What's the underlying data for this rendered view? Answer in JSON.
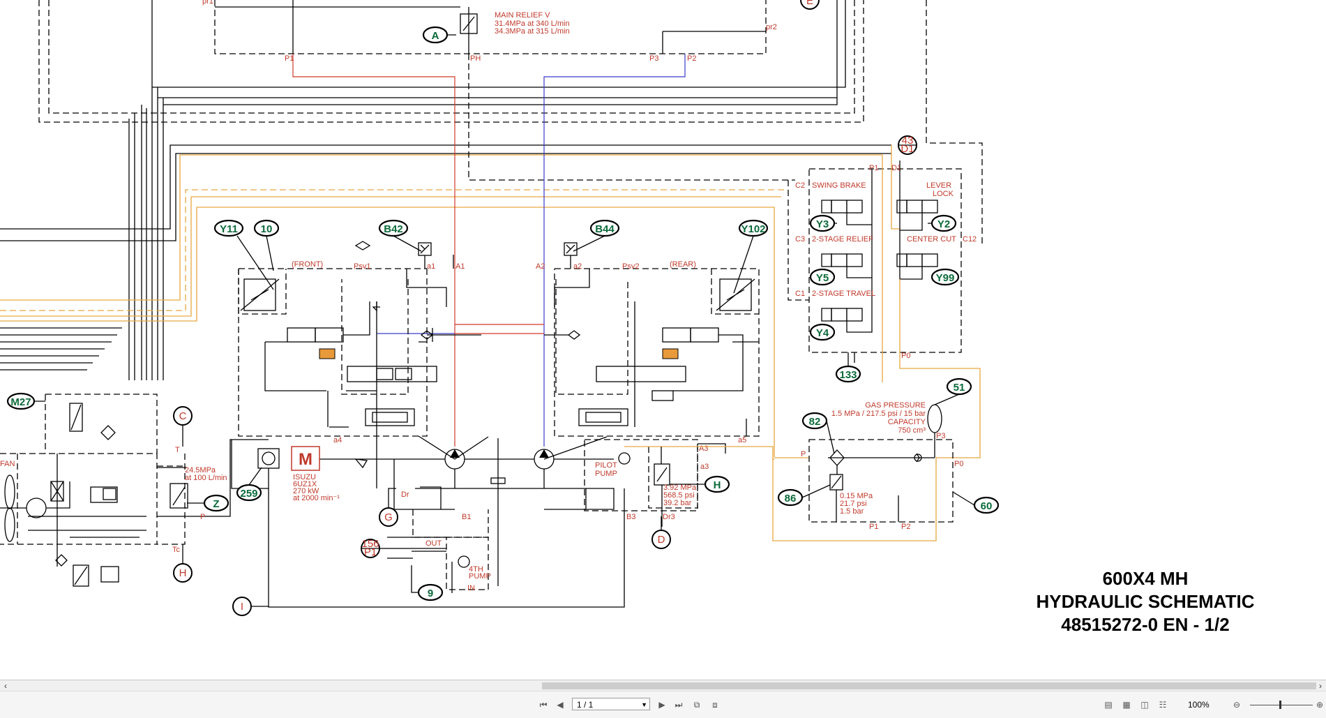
{
  "title_block": {
    "line1": "600X4 MH",
    "line2": "HYDRAULIC SCHEMATIC",
    "line3": "48515272-0 EN - 1/2"
  },
  "callouts": {
    "A": "A",
    "B42": "B42",
    "B44": "B44",
    "Y11": "Y11",
    "c10": "10",
    "Y102": "Y102",
    "M27": "M27",
    "c259": "259",
    "Z": "Z",
    "c9": "9",
    "H_green": "H",
    "Y3": "Y3",
    "Y2": "Y2",
    "Y5": "Y5",
    "Y99": "Y99",
    "Y4": "Y4",
    "c133": "133",
    "c51": "51",
    "c82": "82",
    "c86": "86",
    "c60": "60"
  },
  "refs": {
    "C": "C",
    "H": "H",
    "G": "G",
    "D": "D",
    "I": "I",
    "E": "E",
    "c43_top": "43",
    "c43_bot": "D1",
    "c156_top": "156",
    "c156_bot": "P1"
  },
  "labels": {
    "main_relief": "MAIN RELIEF V",
    "main_relief_1": "31.4MPa at 340 L/min",
    "main_relief_2": "34.3MPa at 315 L/min",
    "p1_top": "P1",
    "ph": "PH",
    "p3_top": "P3",
    "p2_top": "P2",
    "pr1": "pr1",
    "pr2": "pr2",
    "front": "(FRONT)",
    "rear": "(REAR)",
    "psv1": "Psv1",
    "psv2": "Psv2",
    "a1": "a1",
    "A1": "A1",
    "A2": "A2",
    "a2": "a2",
    "a4": "a4",
    "a5": "a5",
    "A3": "A3",
    "a3": "a3",
    "T": "T",
    "P_fan": "P",
    "Tc": "Tc",
    "fan": "FAN",
    "fan_relief_1": "24.5MPa",
    "fan_relief_2": "at 100 L/min",
    "engine_symbol": "M",
    "engine_1": "ISUZU",
    "engine_2": "6UZ1X",
    "engine_3": "270 kW",
    "engine_4": "at 2000 min⁻¹",
    "dr": "Dr",
    "B1": "B1",
    "B3": "B3",
    "out": "OUT",
    "in": "IN",
    "pump4_1": "4TH",
    "pump4_2": "PUMP",
    "pilot_pump_1": "PILOT",
    "pilot_pump_2": "PUMP",
    "pilot_relief_1": "3.92 MPa",
    "pilot_relief_2": "568.5 psi",
    "pilot_relief_3": "39.2 bar",
    "dr3": "Dr3",
    "C2": "C2",
    "C3": "C3",
    "C1": "C1",
    "C12": "C12",
    "P1_sol": "P1",
    "D1_sol": "D1",
    "P0_sol": "P0",
    "swing_brake": "SWING BRAKE",
    "lever_lock_1": "LEVER",
    "lever_lock_2": "LOCK",
    "two_stage_relief": "2-STAGE RELIEF",
    "center_cut": "CENTER CUT",
    "two_stage_travel": "2-STAGE TRAVEL",
    "gas_pressure": "GAS PRESSURE",
    "gas_pressure_val": "1.5 MPa / 217.5 psi / 15 bar",
    "capacity": "CAPACITY",
    "capacity_val": "750 cm³",
    "P3_acc": "P3",
    "P_acc": "P",
    "P0_acc": "P0",
    "P1_acc": "P1",
    "P2_acc": "P2",
    "acc_relief_1": "0.15 MPa",
    "acc_relief_2": "21.7 psi",
    "acc_relief_3": "1.5 bar"
  },
  "viewer": {
    "page_field": "1 / 1",
    "zoom": "100%"
  },
  "colors": {
    "pressure_line": "#d0392b",
    "return_line": "#3a3ac8",
    "pilot_line": "#e8a640",
    "callout_text": "#0b6a3a",
    "label_text": "#c0392b"
  }
}
